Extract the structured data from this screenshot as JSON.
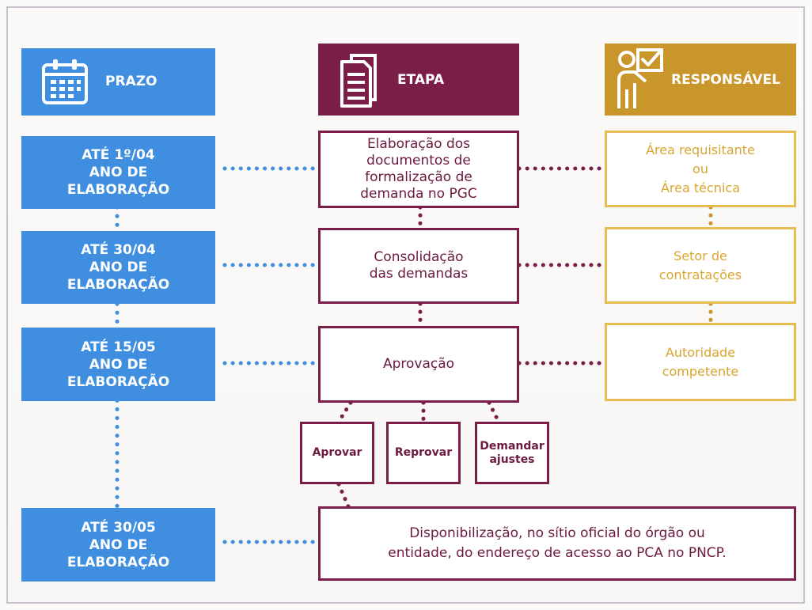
{
  "headers": {
    "prazo": "PRAZO",
    "etapa": "ETAPA",
    "responsavel": "RESPONSÁVEL"
  },
  "prazos": [
    "ATÉ 1º/04\nANO DE\nELABORAÇÃO",
    "ATÉ 30/04\nANO DE\nELABORAÇÃO",
    "ATÉ 15/05\nANO DE\nELABORAÇÃO",
    "ATÉ 30/05\nANO DE\nELABORAÇÃO"
  ],
  "etapas": [
    "Elaboração dos\ndocumentos de\nformalização de\ndemanda no PGC",
    "Consolidação\ndas demandas",
    "Aprovação",
    "Disponibilização, no sítio oficial do órgão ou\nentidade, do endereço de acesso ao PCA no PNCP."
  ],
  "responsaveis": [
    "Área requisitante\nou\nÁrea técnica",
    "Setor de\ncontratações",
    "Autoridade\ncompetente"
  ],
  "decisoes": [
    "Aprovar",
    "Reprovar",
    "Demandar\najustes"
  ],
  "colors": {
    "prazo": "#3f8ee0",
    "etapa": "#7a1d47",
    "responsavel": "#c8962a"
  },
  "icons": {
    "prazo": "calendar-icon",
    "etapa": "documents-icon",
    "responsavel": "presenter-checklist-icon"
  }
}
